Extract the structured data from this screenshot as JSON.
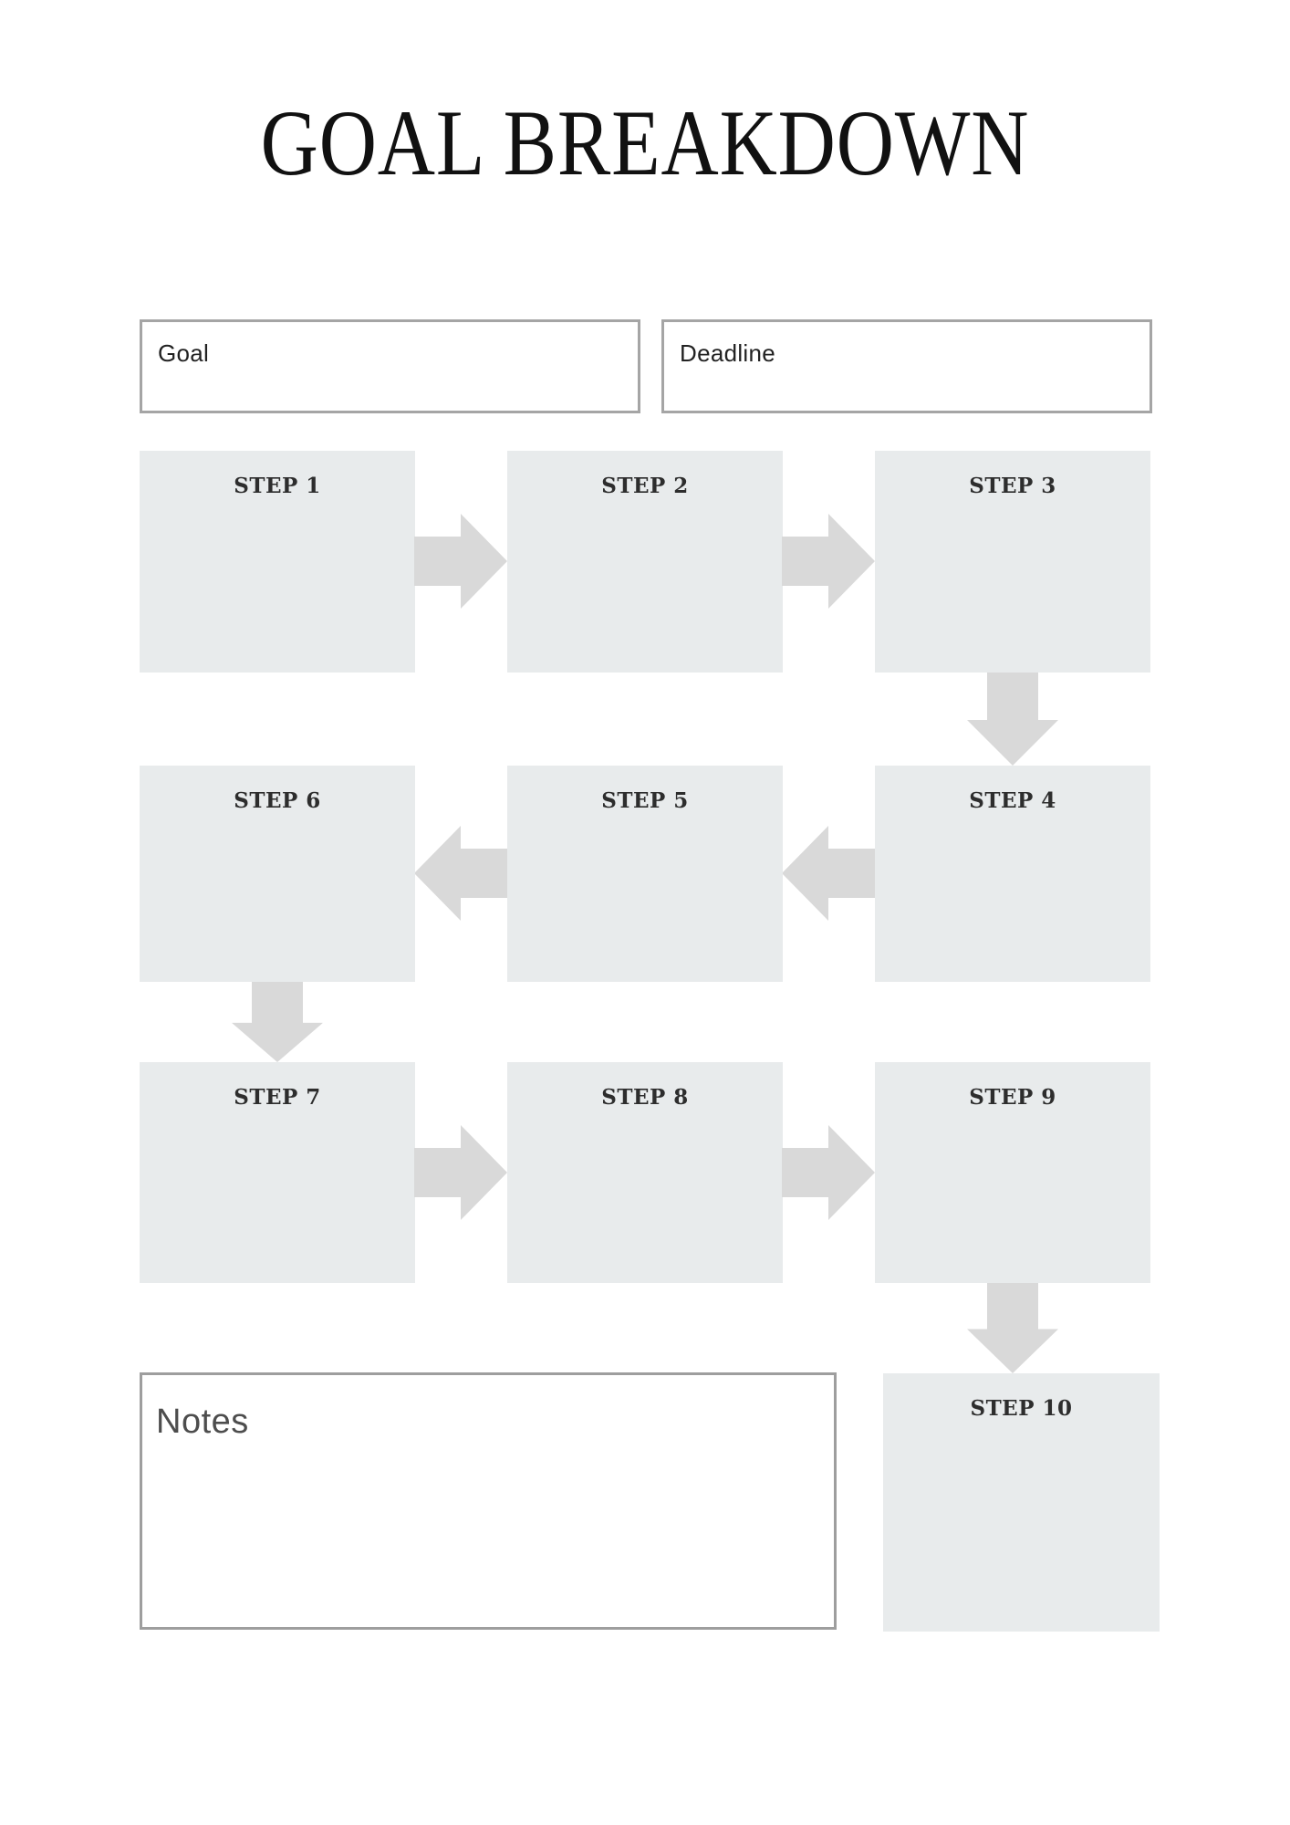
{
  "page": {
    "title": "GOAL BREAKDOWN"
  },
  "fields": {
    "goal": {
      "label": "Goal"
    },
    "deadline": {
      "label": "Deadline"
    },
    "notes": {
      "label": "Notes"
    }
  },
  "steps": [
    {
      "label": "STEP 1"
    },
    {
      "label": "STEP 2"
    },
    {
      "label": "STEP 3"
    },
    {
      "label": "STEP 4"
    },
    {
      "label": "STEP 5"
    },
    {
      "label": "STEP 6"
    },
    {
      "label": "STEP 7"
    },
    {
      "label": "STEP 8"
    },
    {
      "label": "STEP 9"
    },
    {
      "label": "STEP 10"
    }
  ],
  "icons": {
    "flow_right": "arrow-right",
    "flow_left": "arrow-left",
    "flow_down": "arrow-down"
  },
  "colors": {
    "background": "#ffffff",
    "step_box_fill": "#e8ebec",
    "arrow_fill": "#d9d9d9",
    "field_border": "#a5a5a5",
    "notes_border": "#9e9e9e",
    "title_text": "#111111",
    "step_label_text": "#2d2d2d",
    "field_label_text": "#222222",
    "notes_label_text": "#4d4d4d"
  }
}
